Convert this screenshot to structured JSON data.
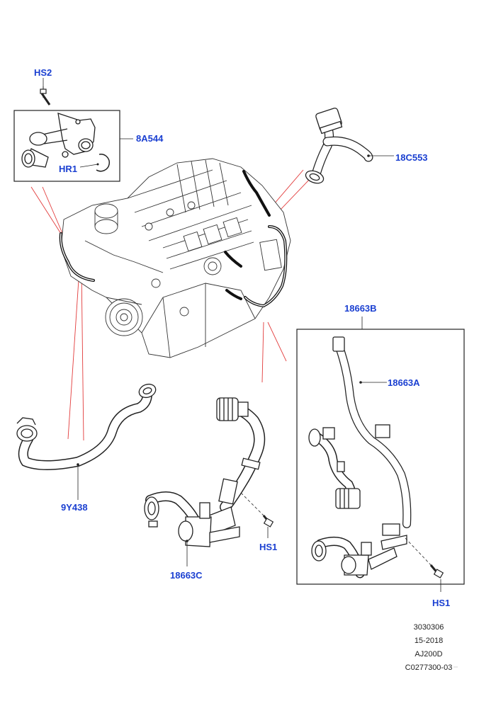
{
  "callouts": {
    "hs2": "HS2",
    "hr1": "HR1",
    "a8a544": "8A544",
    "c18c553": "18C553",
    "b18663b": "18663B",
    "a18663a": "18663A",
    "c18663c": "18663C",
    "y9y438": "9Y438",
    "hs1_center": "HS1",
    "hs1_right": "HS1"
  },
  "reference": {
    "line1": "3030306",
    "line2": "15-2018",
    "line3": "AJ200D",
    "line4": "C0277300-03"
  },
  "colors": {
    "callout_text": "#1a3fd1",
    "line_art": "#1a1a1a",
    "leader_red": "#e23b3b",
    "frame": "#222222"
  },
  "icons": {
    "engine": "engine-block-drawing",
    "bolt": "bolt-fastener-icon",
    "clamp": "hose-clamp-icon"
  }
}
